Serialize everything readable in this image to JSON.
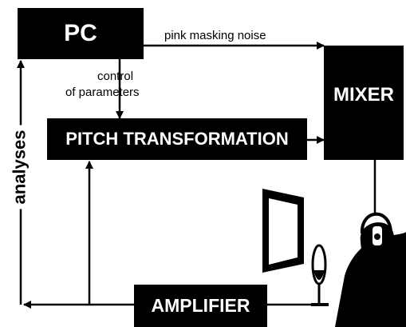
{
  "blocks": {
    "pc": "PC",
    "mixer": "MIXER",
    "pitch": "PITCH TRANSFORMATION",
    "amplifier": "AMPLIFIER"
  },
  "labels": {
    "pink_noise": "pink masking noise",
    "control_line1": "control",
    "control_line2": "of parameters",
    "analyses": "analyses"
  },
  "colors": {
    "ink": "#000000",
    "background": "#ffffff"
  }
}
